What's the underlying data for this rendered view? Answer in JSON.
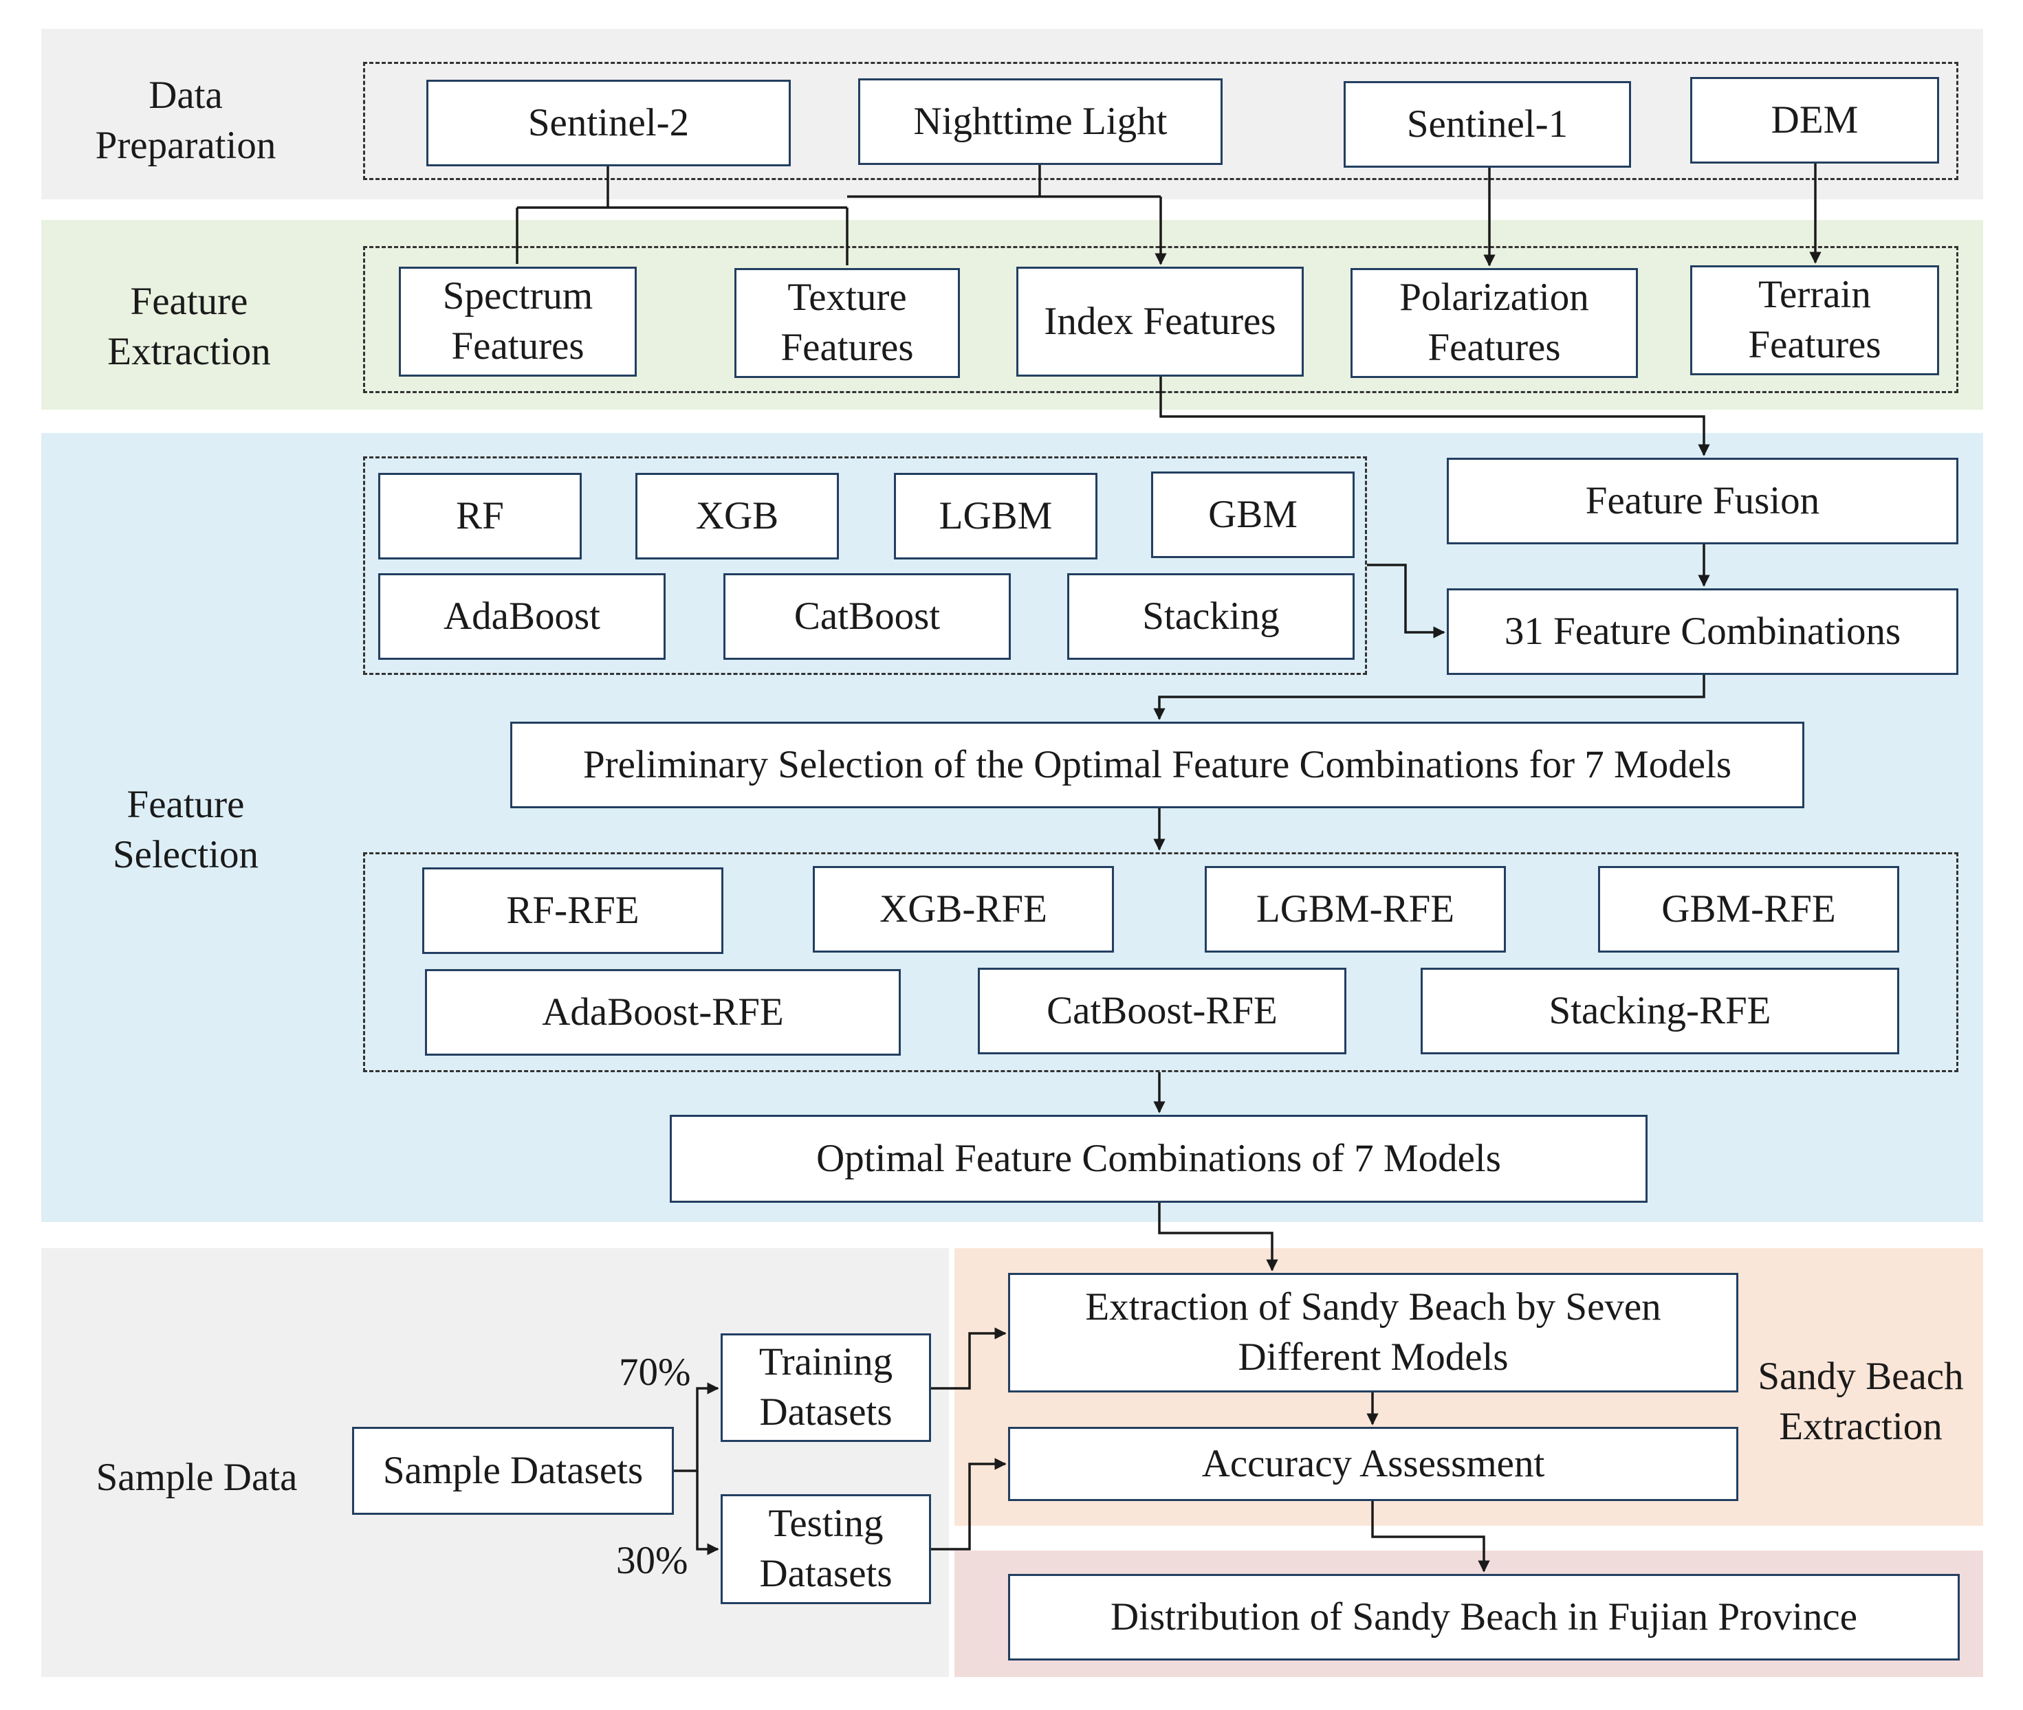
{
  "colors": {
    "data_preparation_band": "#f0f0f0",
    "feature_extraction_band": "#e9f1e0",
    "feature_selection_band": "#ddeef6",
    "sample_data_band": "#f0f0f0",
    "sandy_beach_extraction_band": "#fae6d8",
    "distribution_band": "#f1dcdc",
    "box_border": "#233f61",
    "connector": "#1a1a1a"
  },
  "sections": {
    "data_preparation": "Data\nPreparation",
    "feature_extraction": "Feature\nExtraction",
    "feature_selection": "Feature\nSelection",
    "sample_data": "Sample Data",
    "sandy_beach_extraction": "Sandy Beach\nExtraction"
  },
  "data_sources": {
    "sentinel2": "Sentinel-2",
    "nighttime_light": "Nighttime Light",
    "sentinel1": "Sentinel-1",
    "dem": "DEM"
  },
  "features": {
    "spectrum": "Spectrum\nFeatures",
    "texture": "Texture\nFeatures",
    "index": "Index Features",
    "polarization": "Polarization\nFeatures",
    "terrain": "Terrain\nFeatures"
  },
  "models": {
    "rf": "RF",
    "xgb": "XGB",
    "lgbm": "LGBM",
    "gbm": "GBM",
    "adaboost": "AdaBoost",
    "catboost": "CatBoost",
    "stacking": "Stacking"
  },
  "fusion": {
    "feature_fusion": "Feature Fusion",
    "combinations": "31 Feature Combinations"
  },
  "preliminary_selection": "Preliminary Selection of the Optimal Feature Combinations for 7 Models",
  "rfe_models": {
    "rf_rfe": "RF-RFE",
    "xgb_rfe": "XGB-RFE",
    "lgbm_rfe": "LGBM-RFE",
    "gbm_rfe": "GBM-RFE",
    "adaboost_rfe": "AdaBoost-RFE",
    "catboost_rfe": "CatBoost-RFE",
    "stacking_rfe": "Stacking-RFE"
  },
  "optimal_combinations": "Optimal Feature Combinations of 7 Models",
  "samples": {
    "sample_datasets": "Sample Datasets",
    "training": "Training\nDatasets",
    "testing": "Testing\nDatasets",
    "training_pct": "70%",
    "testing_pct": "30%"
  },
  "extraction": {
    "seven_models": "Extraction of Sandy Beach by Seven\nDifferent Models",
    "accuracy": "Accuracy Assessment",
    "distribution": "Distribution of Sandy Beach in Fujian Province"
  }
}
